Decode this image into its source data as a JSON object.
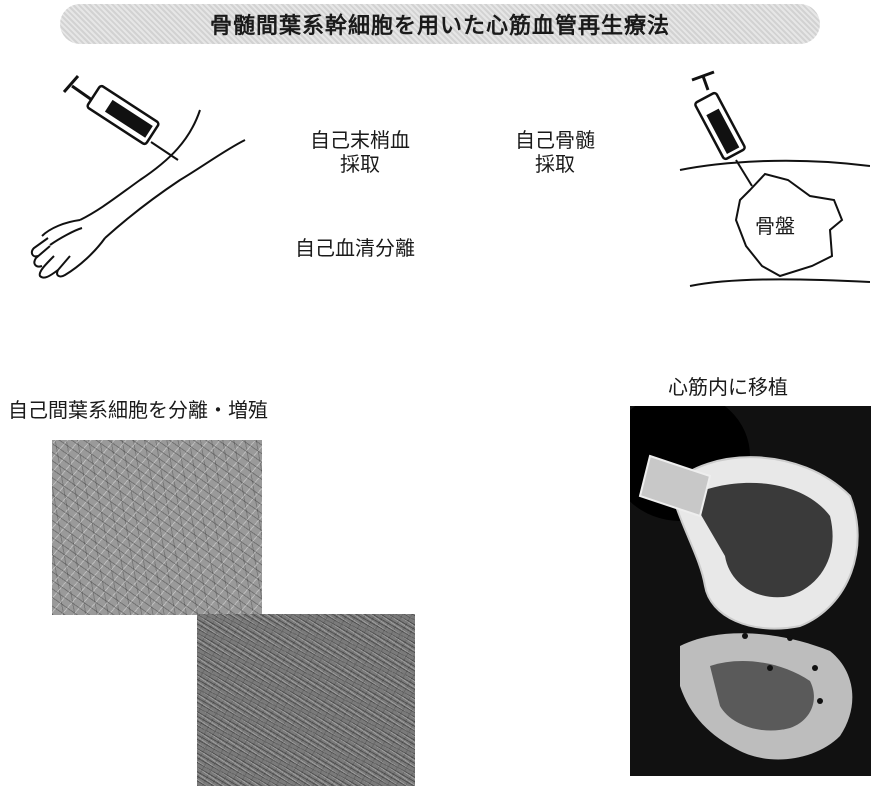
{
  "title": "骨髄間葉系幹細胞を用いた心筋血管再生療法",
  "labels": {
    "peripheral_blood_line1": "自己末梢血",
    "peripheral_blood_line2": "採取",
    "bone_marrow_line1": "自己骨髄",
    "bone_marrow_line2": "採取",
    "serum_separation": "自己血清分離",
    "pelvis": "骨盤",
    "mesenchymal_cells": "自己間葉系細胞を分離・増殖",
    "transplant": "心筋内に移植"
  },
  "icons": {
    "arm_syringe": "syringe-arm-icon",
    "pelvis_syringe": "syringe-pelvis-icon"
  }
}
